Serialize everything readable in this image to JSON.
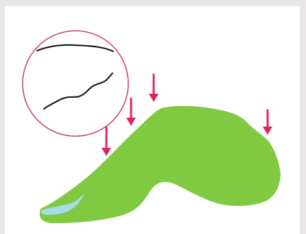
{
  "diagram": {
    "colors": {
      "frame_background": "#e8e6e6",
      "panel_background": "#ffffff",
      "terrain_fill": "#80c940",
      "water_fill": "#a6dbe8",
      "arrow_color": "#e0245e",
      "inset_border": "#c8466a",
      "line_color": "#1c1c1c"
    },
    "arrows": [
      {
        "id": "arrow-1",
        "icon": "down-arrow-icon"
      },
      {
        "id": "arrow-2",
        "icon": "down-arrow-icon"
      },
      {
        "id": "arrow-3",
        "icon": "down-arrow-icon"
      },
      {
        "id": "arrow-4",
        "icon": "down-arrow-icon"
      }
    ],
    "inset": {
      "icon": "magnifier-circle",
      "lines": [
        "smooth-line",
        "wavy-line"
      ]
    },
    "shapes": [
      "land-hill",
      "water-pool"
    ]
  }
}
